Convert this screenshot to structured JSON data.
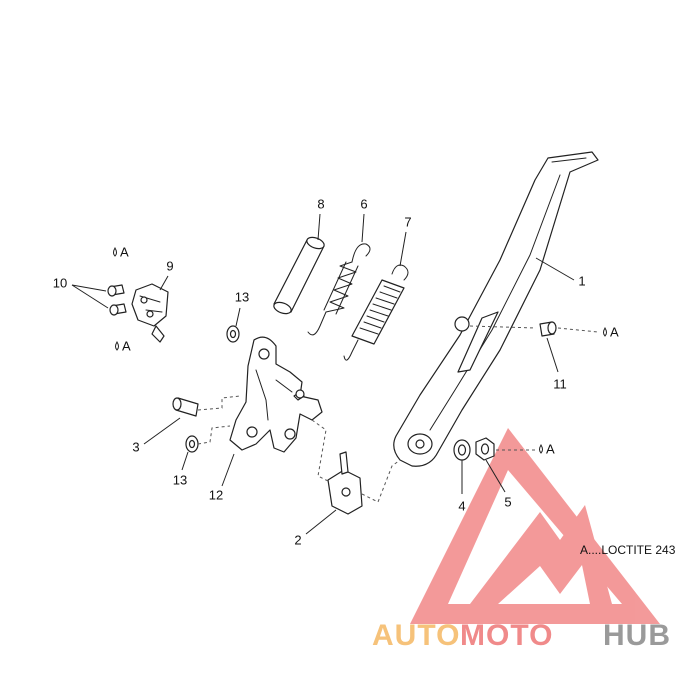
{
  "callouts": {
    "c1": "1",
    "c2": "2",
    "c3": "3",
    "c4": "4",
    "c5": "5",
    "c6": "6",
    "c7": "7",
    "c8": "8",
    "c9": "9",
    "c10": "10",
    "c11": "11",
    "c12": "12",
    "c13_top": "13",
    "c13_bottom": "13"
  },
  "adhesive_marker": "A",
  "legend": "A....LOCTITE 243",
  "watermark": {
    "part1": "AUTO",
    "part2": "MOTO",
    "part3": "HUB",
    "color_auto": "#f6c27a",
    "color_moto": "#f08a8a",
    "color_hub": "#9a9a9a",
    "logo_color": "#ee6f6f"
  },
  "colors": {
    "line": "#222222",
    "background": "#ffffff"
  }
}
